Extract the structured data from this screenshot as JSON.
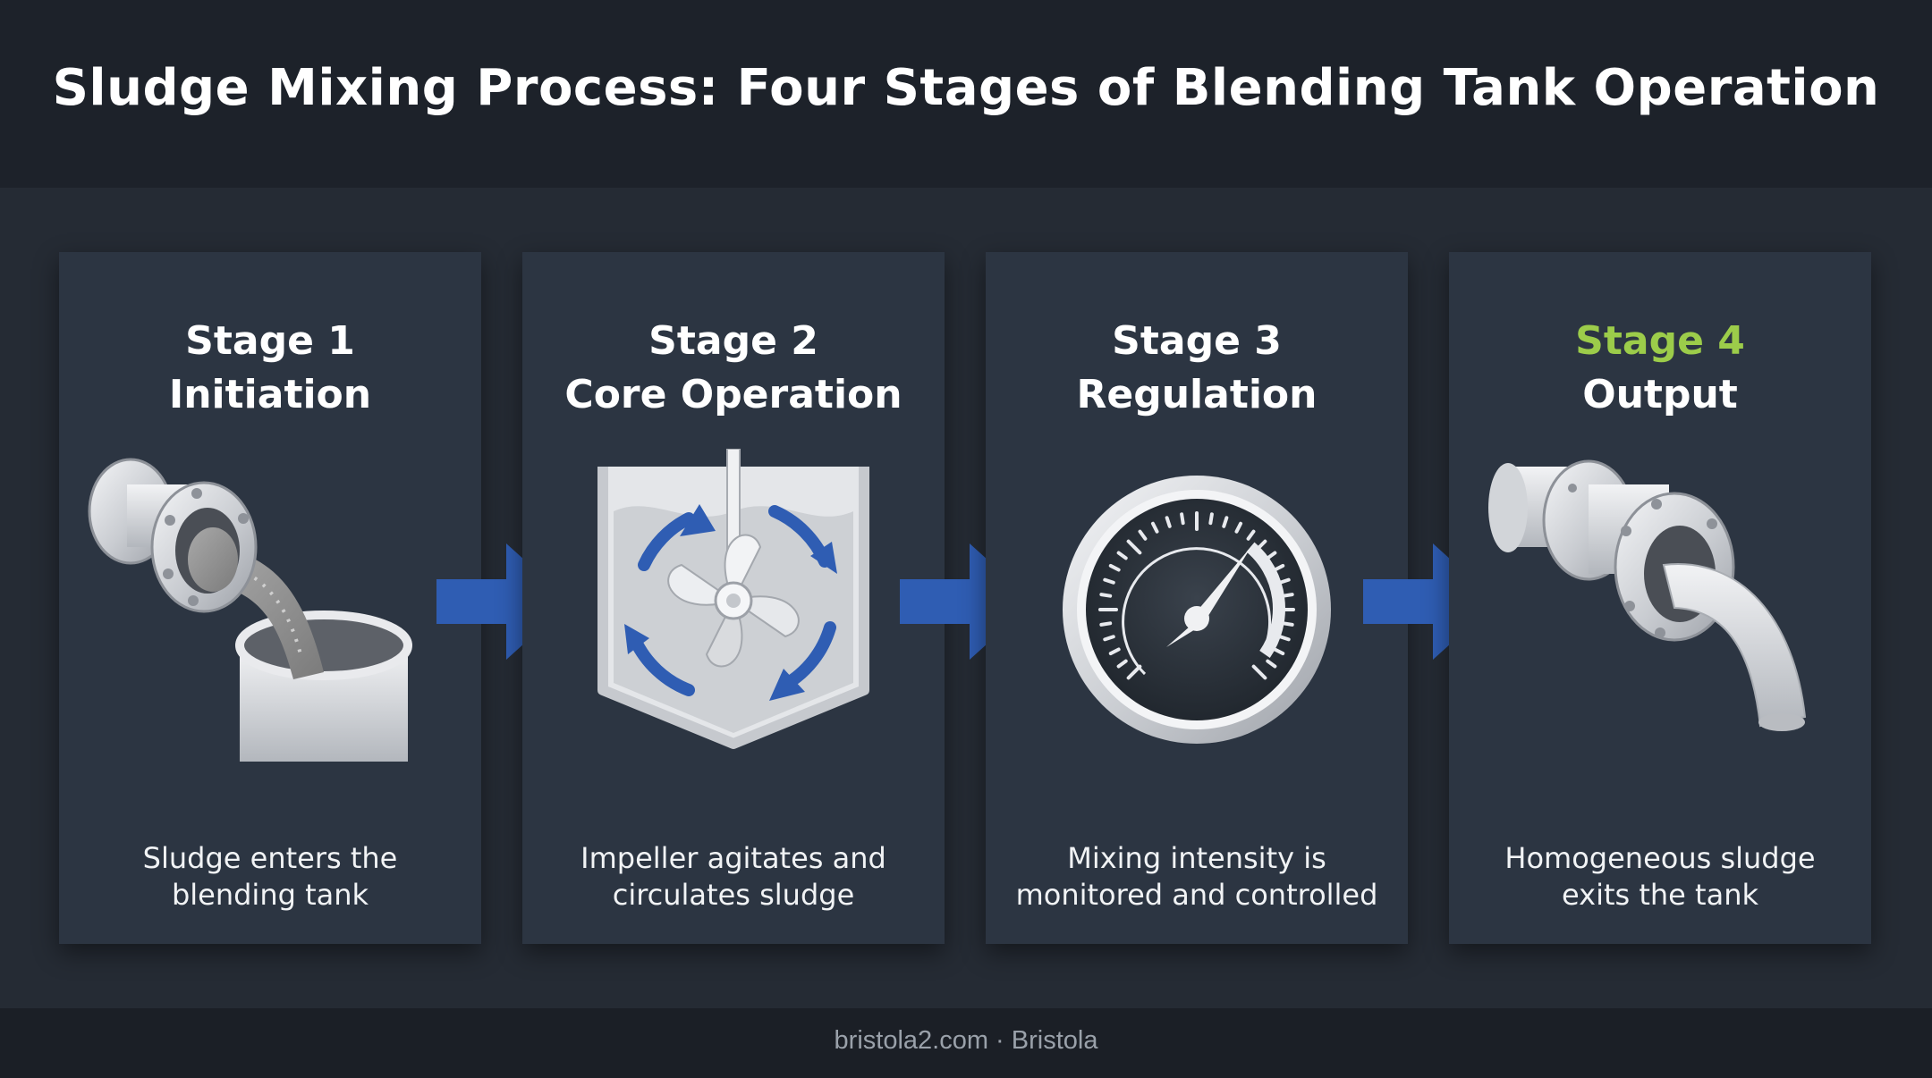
{
  "title": "Sludge Mixing Process: Four Stages of Blending Tank Operation",
  "colors": {
    "background": "#1d222a",
    "card": "#2c3542",
    "arrow": "#2f5db3",
    "accent": "#9ccc4a",
    "text": "#ffffff"
  },
  "stages": [
    {
      "number": "Stage 1",
      "name": "Initiation",
      "icon": "pipe-pouring-into-tank-icon",
      "description_line1": "Sludge enters the",
      "description_line2": "blending tank"
    },
    {
      "number": "Stage 2",
      "name": "Core Operation",
      "icon": "tank-impeller-circulation-icon",
      "description_line1": "Impeller agitates and",
      "description_line2": "circulates sludge"
    },
    {
      "number": "Stage 3",
      "name": "Regulation",
      "icon": "gauge-dial-icon",
      "description_line1": "Mixing intensity is",
      "description_line2": "monitored and controlled"
    },
    {
      "number": "Stage 4",
      "name": "Output",
      "icon": "outlet-pipe-discharge-icon",
      "description_line1": "Homogeneous sludge",
      "description_line2": "exits the tank"
    }
  ],
  "footer": "bristola2.com · Bristola"
}
